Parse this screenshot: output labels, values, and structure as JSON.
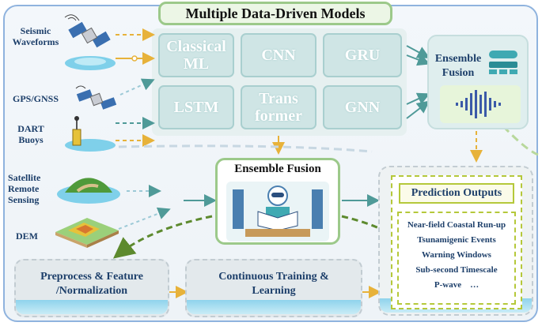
{
  "title": "Multiple Data-Driven Models",
  "sources": [
    {
      "label": "Seismic Waveforms"
    },
    {
      "label": "GPS/GNSS"
    },
    {
      "label": "DART Buoys"
    },
    {
      "label": "Satellite Remote Sensing"
    },
    {
      "label": "DEM"
    }
  ],
  "models": [
    {
      "label": "Classical ML"
    },
    {
      "label": "CNN"
    },
    {
      "label": "GRU"
    },
    {
      "label": "LSTM"
    },
    {
      "label": "Trans former"
    },
    {
      "label": "GNN"
    }
  ],
  "ensemble_top": {
    "label": "Ensemble Fusion"
  },
  "ensemble_center": {
    "label": "Ensemble Fusion"
  },
  "preprocess": {
    "label": "Preprocess & Feature /Normalization"
  },
  "training": {
    "label": "Continuous Training & Learning"
  },
  "outputs": {
    "title": "Prediction Outputs",
    "items": [
      "Near-field Coastal Run-up",
      "Tsunamigenic Events",
      "Warning Windows",
      "Sub-second Timescale"
    ],
    "last_item": "P-wave",
    "ellipsis": "…"
  },
  "colors": {
    "frame": "#8fb3de",
    "accent_green": "#9cc98a",
    "arrow_orange": "#e7b23a",
    "arrow_teal": "#4f9a98",
    "arrow_green": "#5d8a2e",
    "text_navy": "#1d3f6a",
    "output_border": "#b5c83a"
  },
  "icons": [
    "satellite-icon",
    "island-icon",
    "buoy-icon",
    "terrain-icon",
    "robot-reading-icon",
    "database-icon",
    "soundwave-icon"
  ]
}
